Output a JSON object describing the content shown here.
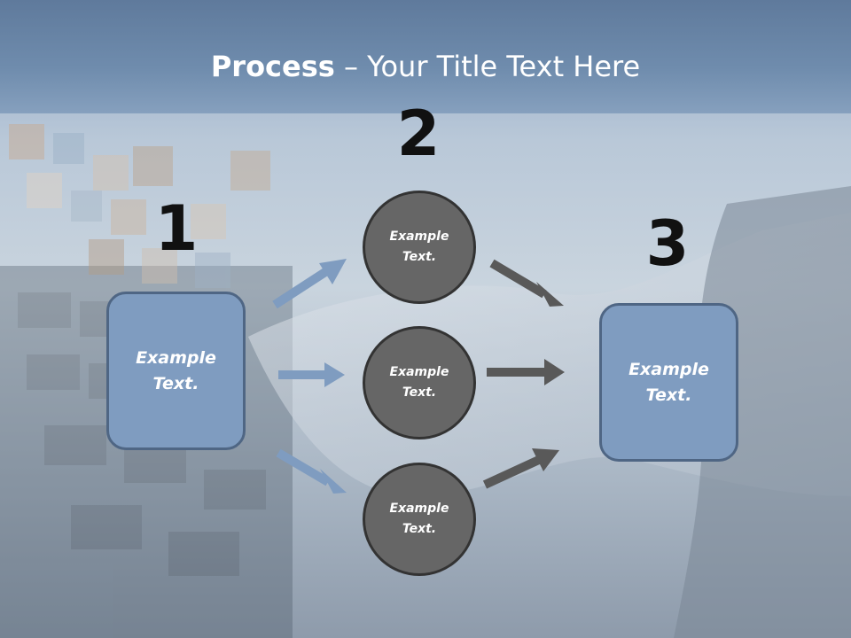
{
  "slide": {
    "title_bold": "Process",
    "title_rest": " – Your Title Text Here"
  },
  "steps": [
    {
      "number": "1",
      "box_label": "Example\nText."
    },
    {
      "number": "2",
      "circle_labels": [
        "Example\nText.",
        "Example\nText.",
        "Example\nText."
      ]
    },
    {
      "number": "3",
      "box_label": "Example\nText."
    }
  ],
  "colors": {
    "box_fill": "#7f9cc0",
    "box_border": "#4f6684",
    "circle_fill": "#666666",
    "circle_border": "#333333",
    "arrow_blue": "#7f9cc0",
    "arrow_gray": "#595959",
    "title_bar": "#6f8cad"
  }
}
